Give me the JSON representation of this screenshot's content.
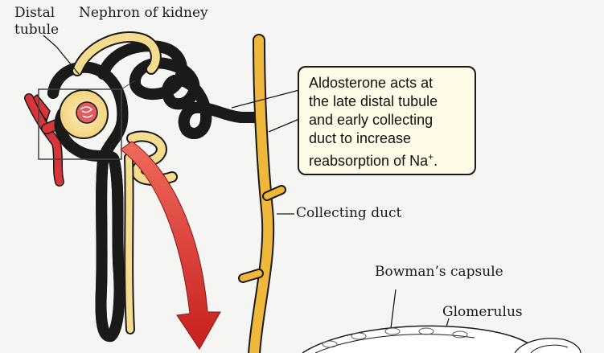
{
  "labels": {
    "distal_line1": "Distal",
    "distal_line2": "tubule",
    "nephron": "Nephron of kidney",
    "collecting_duct": "Collecting duct",
    "bowmans_capsule": "Bowman’s capsule",
    "glomerulus": "Glomerulus"
  },
  "callout": {
    "lines": [
      "Aldosterone acts at",
      "the late distal tubule",
      "and early collecting",
      "duct to increase"
    ],
    "last_line_prefix": "reabsorption of Na",
    "last_line_sup": "+",
    "last_line_suffix": "."
  },
  "colors": {
    "background": "#f5f5f4",
    "tubule_fill": "#f5dc8f",
    "tubule_light": "#fbeec2",
    "collecting_duct": "#f0b83a",
    "vessel_red": "#d8353a",
    "arrow_red": "#d42a2a",
    "outline": "#1a1a1a"
  }
}
